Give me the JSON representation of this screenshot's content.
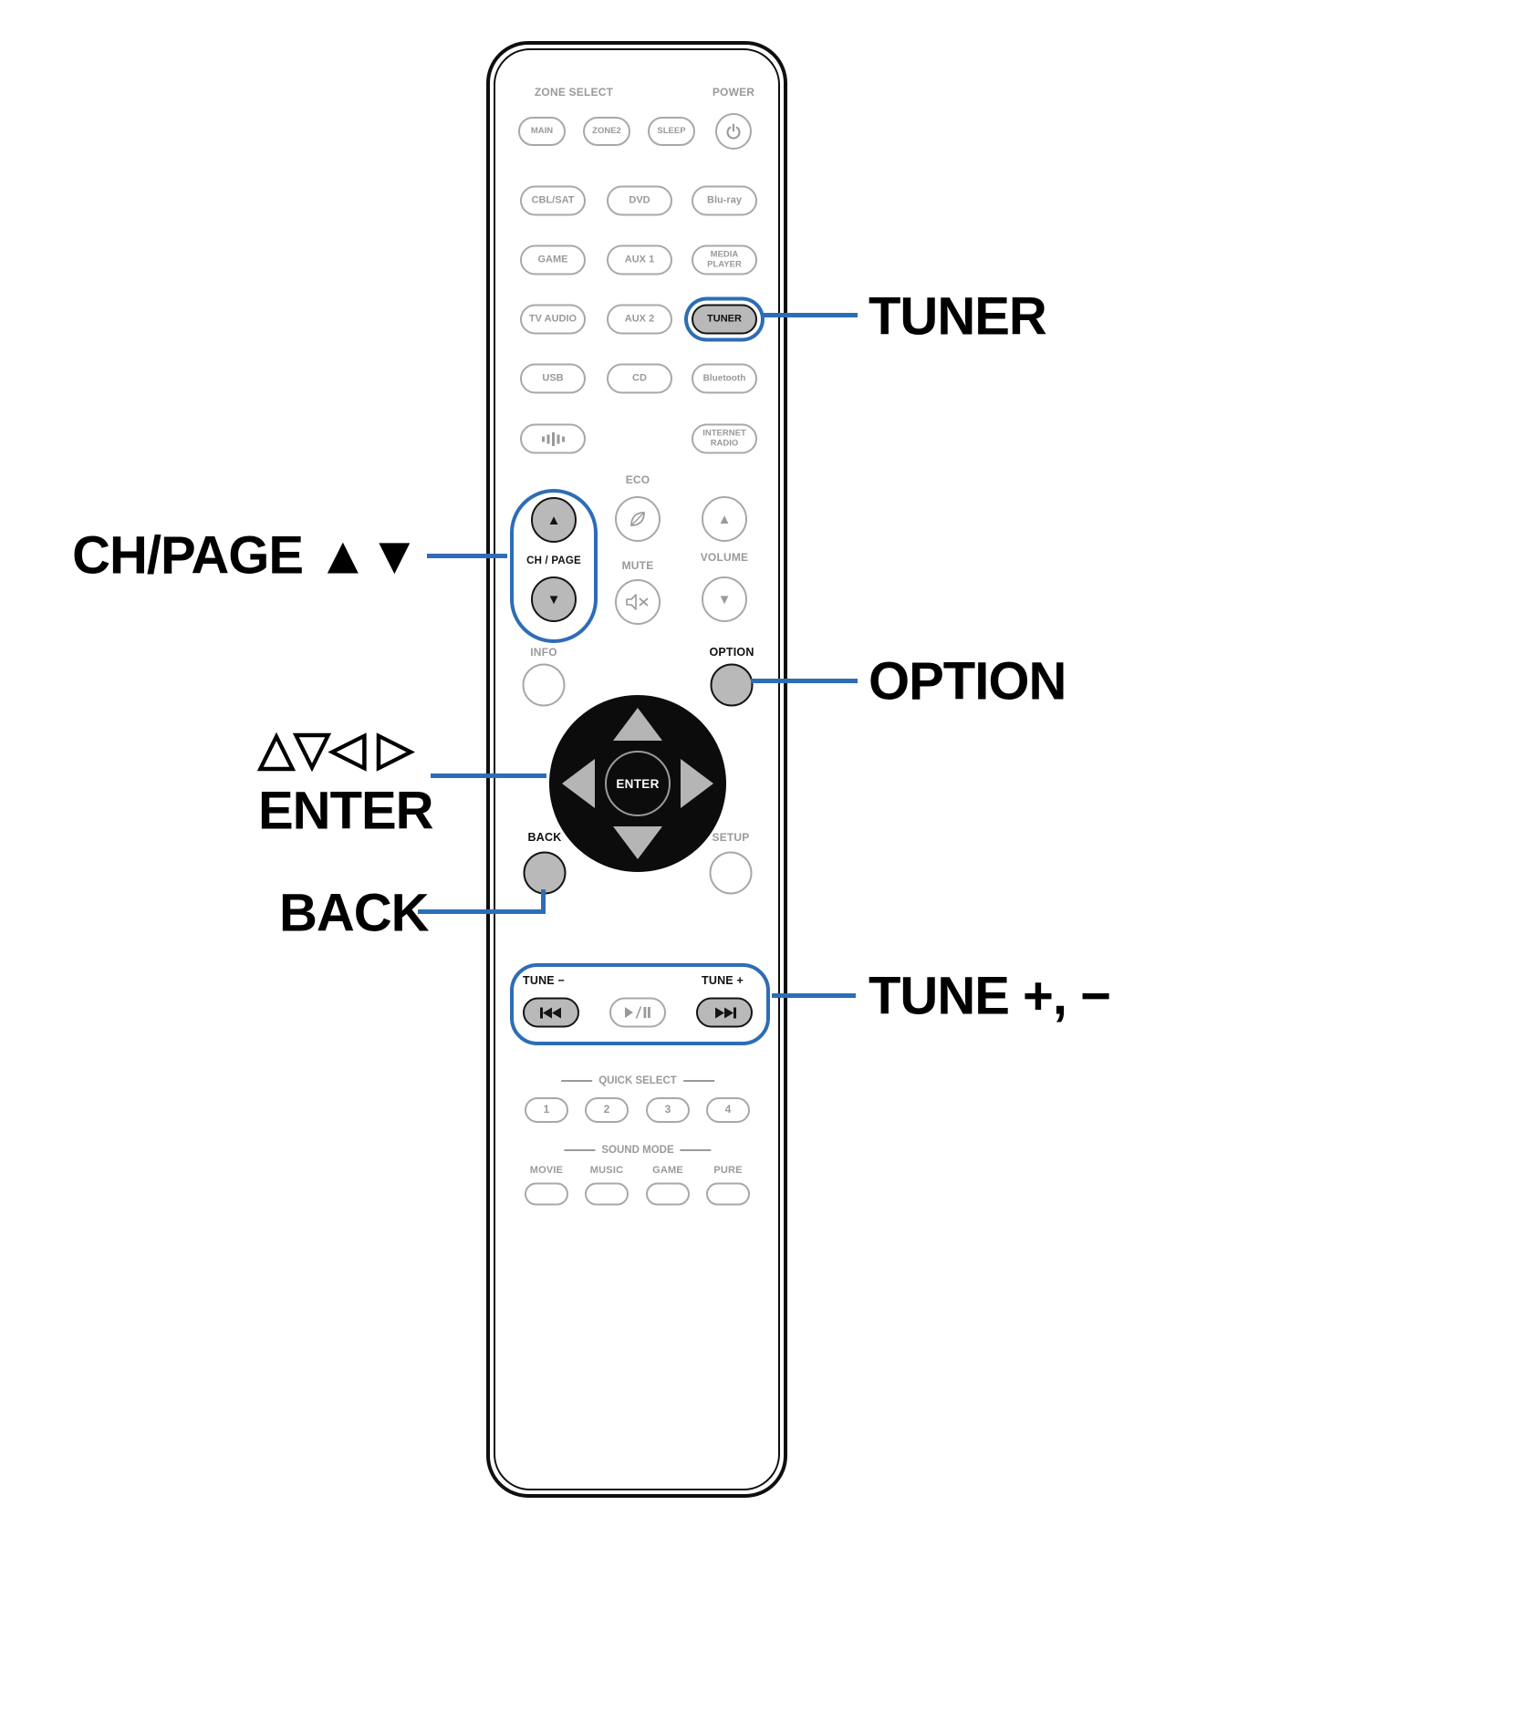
{
  "colors": {
    "accent": "#2e6db6",
    "button_fill": "#b9b9b9",
    "label_gray": "#9a9a9a"
  },
  "icons": {
    "up": "▲",
    "down": "▼"
  },
  "callouts": {
    "tuner": "TUNER",
    "ch_page": "CH/PAGE ▲▼",
    "option": "OPTION",
    "cursor_glyphs": "△▽◁ ▷",
    "cursor_enter": "ENTER",
    "back": "BACK",
    "tune": "TUNE +, −"
  },
  "remote": {
    "zone_select_header": "ZONE SELECT",
    "power_header": "POWER",
    "zone_buttons": [
      "MAIN",
      "ZONE2",
      "SLEEP"
    ],
    "source_buttons": {
      "cbl_sat": "CBL/SAT",
      "dvd": "DVD",
      "blu_ray": "Blu-ray",
      "game": "GAME",
      "aux1": "AUX 1",
      "media_player": "MEDIA\nPLAYER",
      "tv_audio": "TV AUDIO",
      "aux2": "AUX 2",
      "tuner": "TUNER",
      "usb": "USB",
      "cd": "CD",
      "bluetooth": "Bluetooth",
      "internet_radio": "INTERNET\nRADIO"
    },
    "eco_label": "ECO",
    "ch_page_label": "CH / PAGE",
    "mute_label": "MUTE",
    "volume_label": "VOLUME",
    "info_label": "INFO",
    "option_label": "OPTION",
    "enter_label": "ENTER",
    "back_label": "BACK",
    "setup_label": "SETUP",
    "tune_minus_label": "TUNE −",
    "tune_plus_label": "TUNE +",
    "quick_select_header": "QUICK SELECT",
    "quick_select_buttons": [
      "1",
      "2",
      "3",
      "4"
    ],
    "sound_mode_header": "SOUND MODE",
    "sound_mode_labels": [
      "MOVIE",
      "MUSIC",
      "GAME",
      "PURE"
    ]
  }
}
